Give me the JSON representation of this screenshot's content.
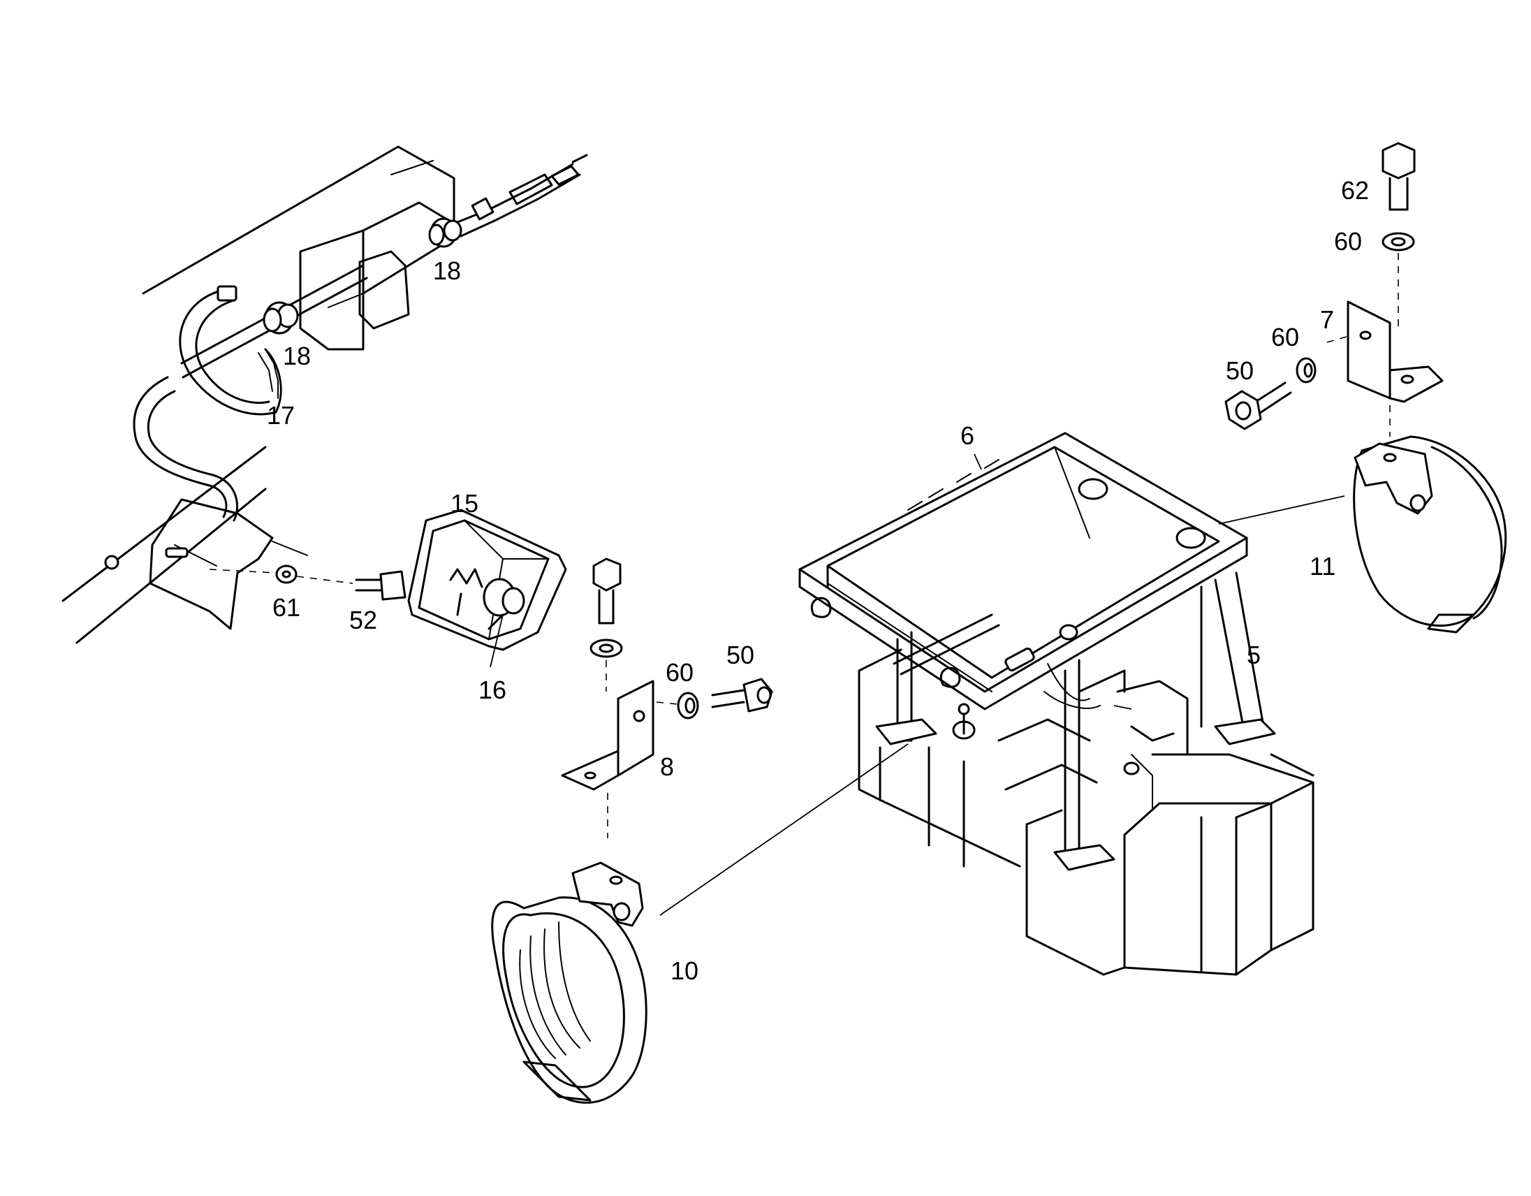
{
  "labels": {
    "l62": "62",
    "l60a": "60",
    "l7": "7",
    "l60b": "60",
    "l50a": "50",
    "l18a": "18",
    "l18b": "18",
    "l17": "17",
    "l6": "6",
    "l15": "15",
    "l11": "11",
    "l61": "61",
    "l52": "52",
    "l5": "5",
    "l16": "16",
    "l60c": "60",
    "l50b": "50",
    "l8": "8",
    "l10": "10"
  }
}
